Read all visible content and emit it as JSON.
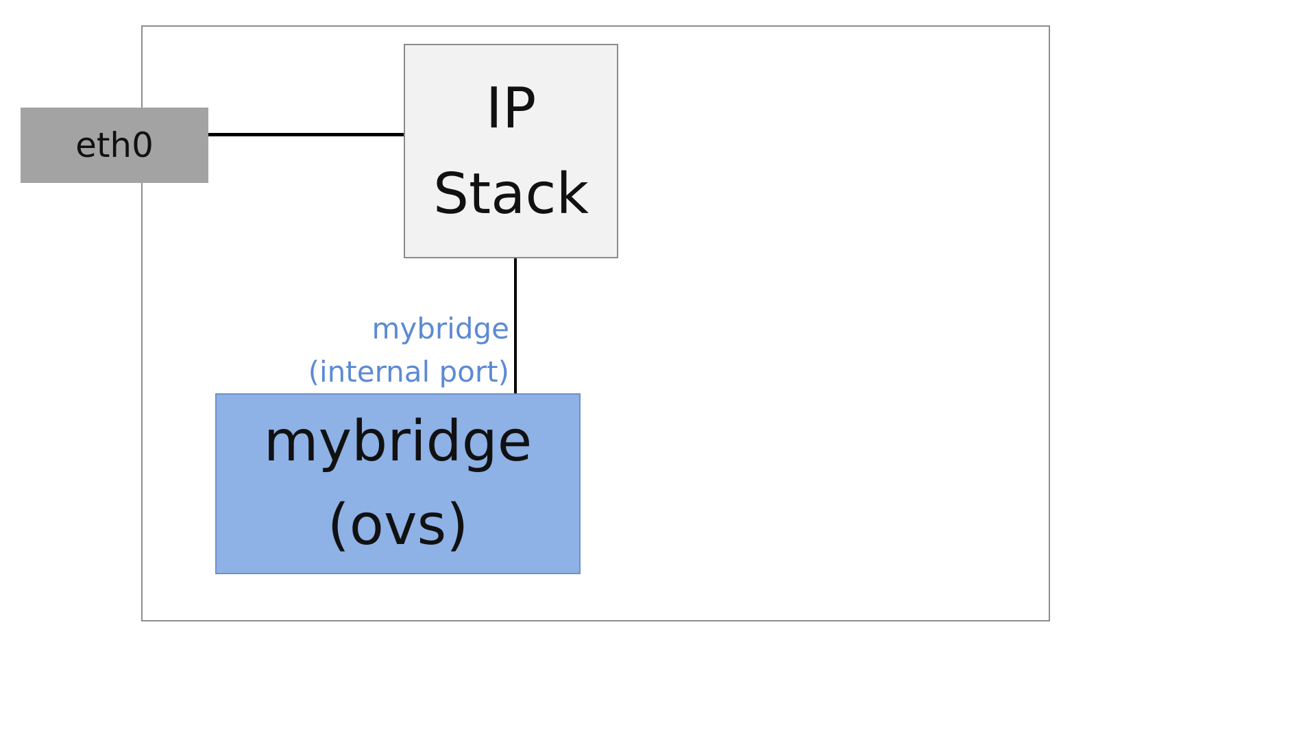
{
  "diagram": {
    "eth0_label": "eth0",
    "ip_stack": {
      "line1": "IP",
      "line2": "Stack"
    },
    "port_label": {
      "line1": "mybridge",
      "line2": "(internal port)"
    },
    "bridge": {
      "line1": "mybridge",
      "line2": "(ovs)"
    },
    "colors": {
      "eth0_fill": "#a3a3a3",
      "ip_stack_fill": "#f2f2f2",
      "bridge_fill": "#8eb1e6",
      "port_label_text": "#5b8ad3",
      "connector": "#000000"
    }
  }
}
